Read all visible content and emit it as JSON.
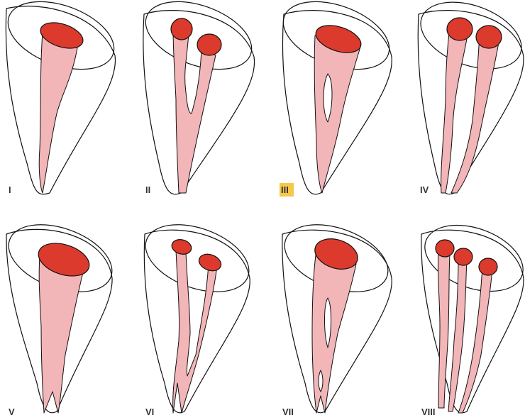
{
  "figure": {
    "colors": {
      "canal_fill": "#f2b5b8",
      "orifice_fill": "#dc3a2c",
      "highlight": "#f5c84a",
      "outline": "#111111"
    },
    "panels": [
      {
        "label": "I",
        "highlighted": false,
        "orifices": 1,
        "canals_at_apex": 1
      },
      {
        "label": "II",
        "highlighted": false,
        "orifices": 2,
        "canals_at_apex": 1
      },
      {
        "label": "III",
        "highlighted": true,
        "orifices": 1,
        "canals_at_apex": 1
      },
      {
        "label": "IV",
        "highlighted": false,
        "orifices": 2,
        "canals_at_apex": 2
      },
      {
        "label": "V",
        "highlighted": false,
        "orifices": 1,
        "canals_at_apex": 2
      },
      {
        "label": "VI",
        "highlighted": false,
        "orifices": 2,
        "canals_at_apex": 2
      },
      {
        "label": "VII",
        "highlighted": false,
        "orifices": 1,
        "canals_at_apex": 2
      },
      {
        "label": "VIII",
        "highlighted": false,
        "orifices": 3,
        "canals_at_apex": 3
      }
    ]
  }
}
